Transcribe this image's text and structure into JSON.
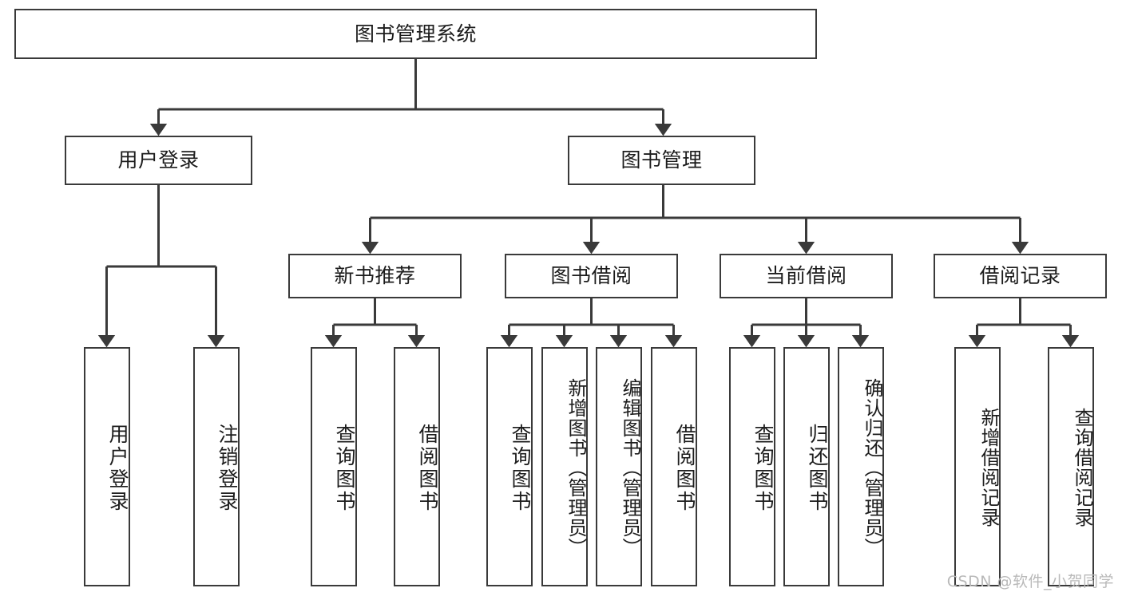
{
  "diagram": {
    "type": "tree-hierarchy",
    "title": "图书管理系统",
    "root": {
      "label": "图书管理系统"
    },
    "level1": [
      {
        "id": "user-login",
        "label": "用户登录"
      },
      {
        "id": "book-management",
        "label": "图书管理"
      }
    ],
    "level2": [
      {
        "id": "new-book-recommend",
        "label": "新书推荐",
        "parent": "book-management"
      },
      {
        "id": "book-borrow",
        "label": "图书借阅",
        "parent": "book-management"
      },
      {
        "id": "current-borrow",
        "label": "当前借阅",
        "parent": "book-management"
      },
      {
        "id": "borrow-record",
        "label": "借阅记录",
        "parent": "book-management"
      }
    ],
    "leaves": {
      "user_login": [
        {
          "id": "leaf-user-login",
          "label": "用户登录"
        },
        {
          "id": "leaf-user-logout",
          "label": "注销登录"
        }
      ],
      "new_book_recommend": [
        {
          "id": "leaf-query-book-1",
          "label": "查询图书"
        },
        {
          "id": "leaf-borrow-book-1",
          "label": "借阅图书"
        }
      ],
      "book_borrow": [
        {
          "id": "leaf-query-book-2",
          "label": "查询图书"
        },
        {
          "id": "leaf-add-book",
          "label": "新增图书（管理员）"
        },
        {
          "id": "leaf-edit-book",
          "label": "编辑图书（管理员）"
        },
        {
          "id": "leaf-borrow-book-2",
          "label": "借阅图书"
        }
      ],
      "current_borrow": [
        {
          "id": "leaf-query-book-3",
          "label": "查询图书"
        },
        {
          "id": "leaf-return-book",
          "label": "归还图书"
        },
        {
          "id": "leaf-confirm-return",
          "label": "确认归还（管理员）"
        }
      ],
      "borrow_record": [
        {
          "id": "leaf-add-record",
          "label": "新增借阅记录"
        },
        {
          "id": "leaf-query-record",
          "label": "查询借阅记录"
        }
      ]
    }
  },
  "watermark": {
    "text": "CSDN @软件_小贺同学"
  },
  "colors": {
    "stroke": "#3a3a3a",
    "fill": "#ffffff",
    "text": "#1c1c1c",
    "watermark": "#b9b9b9"
  }
}
